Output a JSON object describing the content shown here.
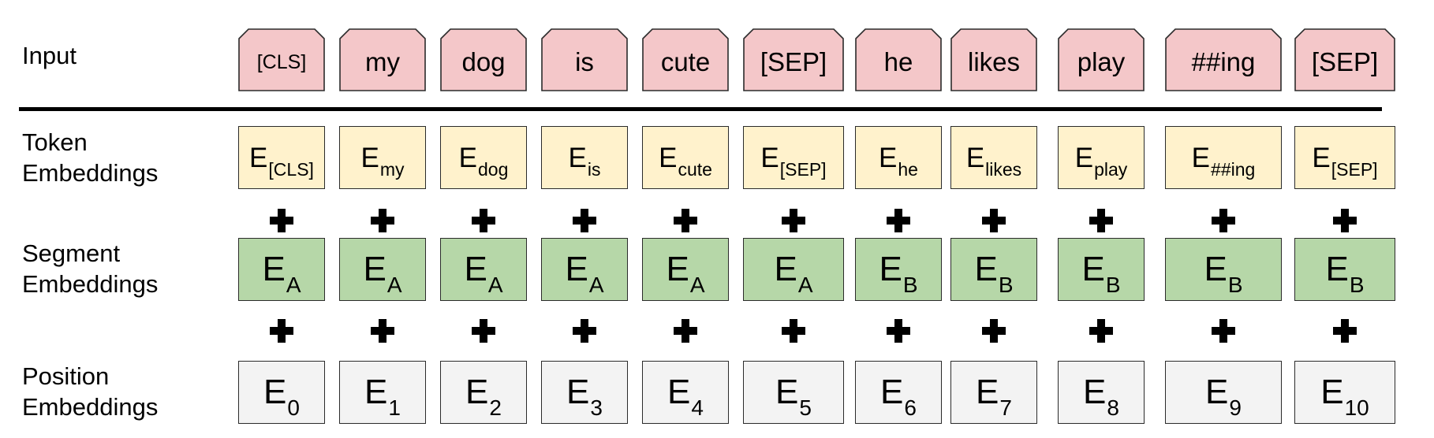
{
  "rows": {
    "input": "Input",
    "token": "Token\nEmbeddings",
    "segment": "Segment\nEmbeddings",
    "position": "Position\nEmbeddings"
  },
  "tokens": [
    "[CLS]",
    "my",
    "dog",
    "is",
    "cute",
    "[SEP]",
    "he",
    "likes",
    "play",
    "##ing",
    "[SEP]"
  ],
  "token_embeddings": [
    {
      "e": "E",
      "sub": "[CLS]"
    },
    {
      "e": "E",
      "sub": "my"
    },
    {
      "e": "E",
      "sub": "dog"
    },
    {
      "e": "E",
      "sub": "is"
    },
    {
      "e": "E",
      "sub": "cute"
    },
    {
      "e": "E",
      "sub": "[SEP]"
    },
    {
      "e": "E",
      "sub": "he"
    },
    {
      "e": "E",
      "sub": "likes"
    },
    {
      "e": "E",
      "sub": "play"
    },
    {
      "e": "E",
      "sub": "##ing"
    },
    {
      "e": "E",
      "sub": "[SEP]"
    }
  ],
  "segment_embeddings": [
    {
      "e": "E",
      "sub": "A"
    },
    {
      "e": "E",
      "sub": "A"
    },
    {
      "e": "E",
      "sub": "A"
    },
    {
      "e": "E",
      "sub": "A"
    },
    {
      "e": "E",
      "sub": "A"
    },
    {
      "e": "E",
      "sub": "A"
    },
    {
      "e": "E",
      "sub": "B"
    },
    {
      "e": "E",
      "sub": "B"
    },
    {
      "e": "E",
      "sub": "B"
    },
    {
      "e": "E",
      "sub": "B"
    },
    {
      "e": "E",
      "sub": "B"
    }
  ],
  "position_embeddings": [
    {
      "e": "E",
      "sub": "0"
    },
    {
      "e": "E",
      "sub": "1"
    },
    {
      "e": "E",
      "sub": "2"
    },
    {
      "e": "E",
      "sub": "3"
    },
    {
      "e": "E",
      "sub": "4"
    },
    {
      "e": "E",
      "sub": "5"
    },
    {
      "e": "E",
      "sub": "6"
    },
    {
      "e": "E",
      "sub": "7"
    },
    {
      "e": "E",
      "sub": "8"
    },
    {
      "e": "E",
      "sub": "9"
    },
    {
      "e": "E",
      "sub": "10"
    }
  ],
  "colors": {
    "input": "#f4c7c9",
    "token": "#fff2cc",
    "segment": "#b6d7a8",
    "position": "#f3f3f3"
  }
}
